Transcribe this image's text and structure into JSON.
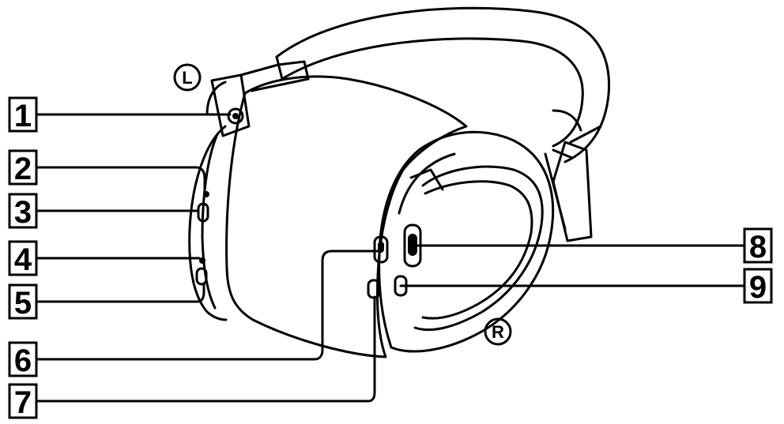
{
  "diagram": {
    "side_labels": {
      "left": "L",
      "right": "R"
    },
    "callouts": [
      "1",
      "2",
      "3",
      "4",
      "5",
      "6",
      "7",
      "8",
      "9"
    ]
  }
}
